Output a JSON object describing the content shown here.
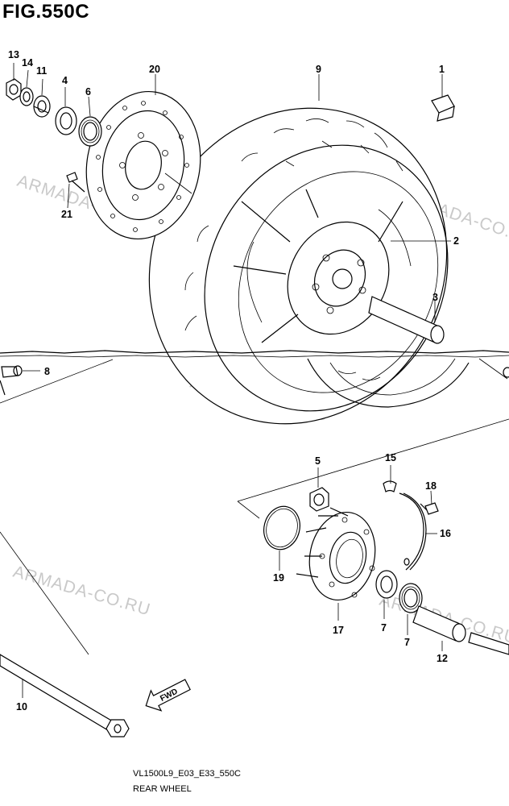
{
  "figure": {
    "title": "FIG.550C",
    "model_code": "VL1500L9_E03_E33_550C",
    "section_name": "REAR WHEEL",
    "fwd_label": "FWD",
    "watermark": "ARMADA-CO.RU"
  },
  "parts": [
    {
      "id": "13",
      "label": "13"
    },
    {
      "id": "14",
      "label": "14"
    },
    {
      "id": "11",
      "label": "11"
    },
    {
      "id": "4",
      "label": "4"
    },
    {
      "id": "6",
      "label": "6"
    },
    {
      "id": "20",
      "label": "20"
    },
    {
      "id": "9",
      "label": "9"
    },
    {
      "id": "1",
      "label": "1"
    },
    {
      "id": "2",
      "label": "2"
    },
    {
      "id": "21",
      "label": "21"
    },
    {
      "id": "3",
      "label": "3"
    },
    {
      "id": "8",
      "label": "8"
    },
    {
      "id": "5",
      "label": "5"
    },
    {
      "id": "15",
      "label": "15"
    },
    {
      "id": "18",
      "label": "18"
    },
    {
      "id": "16",
      "label": "16"
    },
    {
      "id": "19",
      "label": "19"
    },
    {
      "id": "17",
      "label": "17"
    },
    {
      "id": "7a",
      "label": "7"
    },
    {
      "id": "7b",
      "label": "7"
    },
    {
      "id": "12",
      "label": "12"
    },
    {
      "id": "10",
      "label": "10"
    }
  ]
}
